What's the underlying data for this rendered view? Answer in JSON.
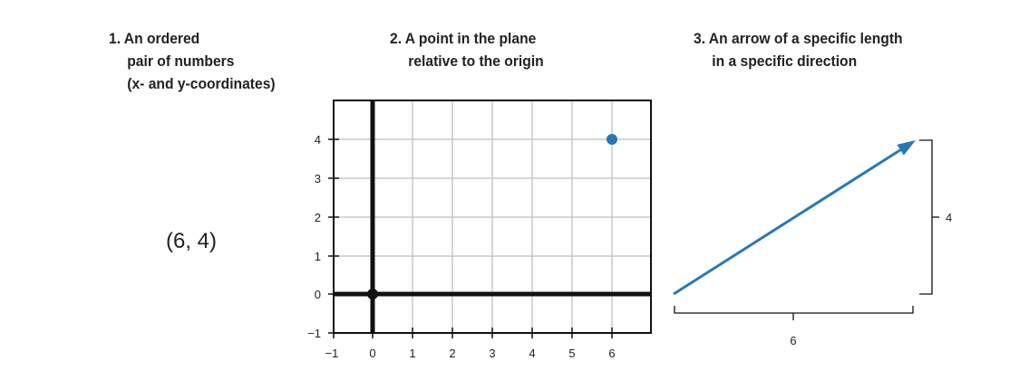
{
  "captions": {
    "c1": {
      "line1": "1. An ordered",
      "line2": "pair of numbers",
      "line3": "(x- and y-coordinates)"
    },
    "c2": {
      "line1": "2. A point in the plane",
      "line2": "relative to the origin"
    },
    "c3": {
      "line1": "3. An arrow of a specific length",
      "line2": "in a specific direction"
    }
  },
  "ordered_pair": "(6, 4)",
  "plane": {
    "x_ticks": [
      "−1",
      "0",
      "1",
      "2",
      "3",
      "4",
      "5",
      "6"
    ],
    "y_ticks": [
      "4",
      "3",
      "2",
      "1",
      "0",
      "−1"
    ],
    "point": {
      "x": 6,
      "y": 4
    },
    "point_color": "#2878b5"
  },
  "arrow": {
    "dx": 6,
    "dy": 4,
    "dx_label": "6",
    "dy_label": "4",
    "color": "#2878b5"
  }
}
